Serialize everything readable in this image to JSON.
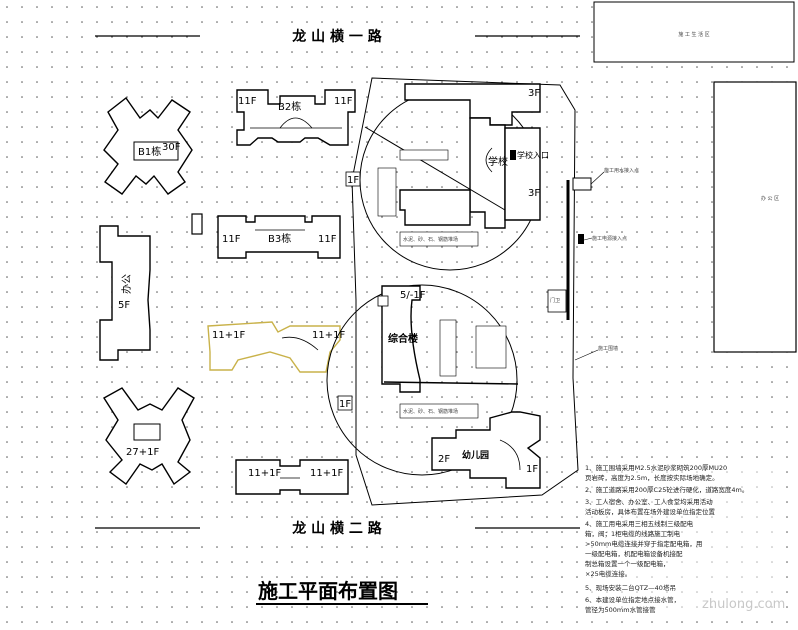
{
  "road_top": "龙 山 横 一 路",
  "road_bottom": "龙 山 横 二 路",
  "title": "施工平面布置图",
  "corner_box_label": "施 工 生 活 区",
  "right_box_label": "办 公 区",
  "buildings": {
    "b2": {
      "name": "B2栋",
      "floors_left": "11F",
      "floors_right": "11F"
    },
    "b1": {
      "name": "B1栋",
      "floors": "30F"
    },
    "b3": {
      "name": "B3栋",
      "floors_left": "11F",
      "floors_right": "11F"
    },
    "office": {
      "name": "办公",
      "floors": "5F"
    },
    "b4": {
      "floors_left": "11+1F",
      "floors_right": "11+1F"
    },
    "b5": {
      "floors": "27+1F"
    },
    "b6": {
      "floors_left": "11+1F",
      "floors_right": "11+1F"
    },
    "school": {
      "name": "学校",
      "entrance": "学校入口",
      "floors_top": "3F",
      "floors_bottom": "3F"
    },
    "complex": {
      "name": "综合楼",
      "floors": "5/-1F",
      "floors_side": "1F"
    },
    "kindergarten": {
      "name": "幼儿园",
      "floors_left": "2F",
      "floors_right": "1F"
    }
  },
  "site_labels": {
    "marker_1f": "1F",
    "marker_1f_b": "1F",
    "material_yard_1": "水泥、砂、石、钢筋堆场",
    "material_yard_2": "水泥、砂、石、钢筋堆场",
    "water_inlet": "施工用水接入点",
    "power_inlet": "施工电源接入点",
    "gate": "门卫",
    "site_wall": "施工围墙"
  },
  "notes": [
    "1、施工围墙采用M2.5水泥砂浆砌筑200厚MU20",
    "  页岩砖，高度为2.5m，长度按实际场地确定。",
    "2、施工道路采用200厚C25砼进行硬化，道路宽度4m。",
    "3、工人宿舍、办公室、工人食堂均采用活动",
    "  活动板房，具体布置在场外建设单位指定位置",
    "4、施工用电采用三相五线制三级配电",
    "  箱，阀；1柜电缆的线路施工制电",
    "  >50mm电缆连接并穿于指定配电箱，用",
    "  一级配电箱，机配电箱设备机接配",
    "  制总箱设置一个一级配电箱，",
    "  ×25电缆连接。",
    "5、现场安装二台QTZ—40塔吊",
    "6、本建设单位指定地点接水管，",
    "  管径为500mm水管接管"
  ],
  "watermark": "zhulong.com"
}
